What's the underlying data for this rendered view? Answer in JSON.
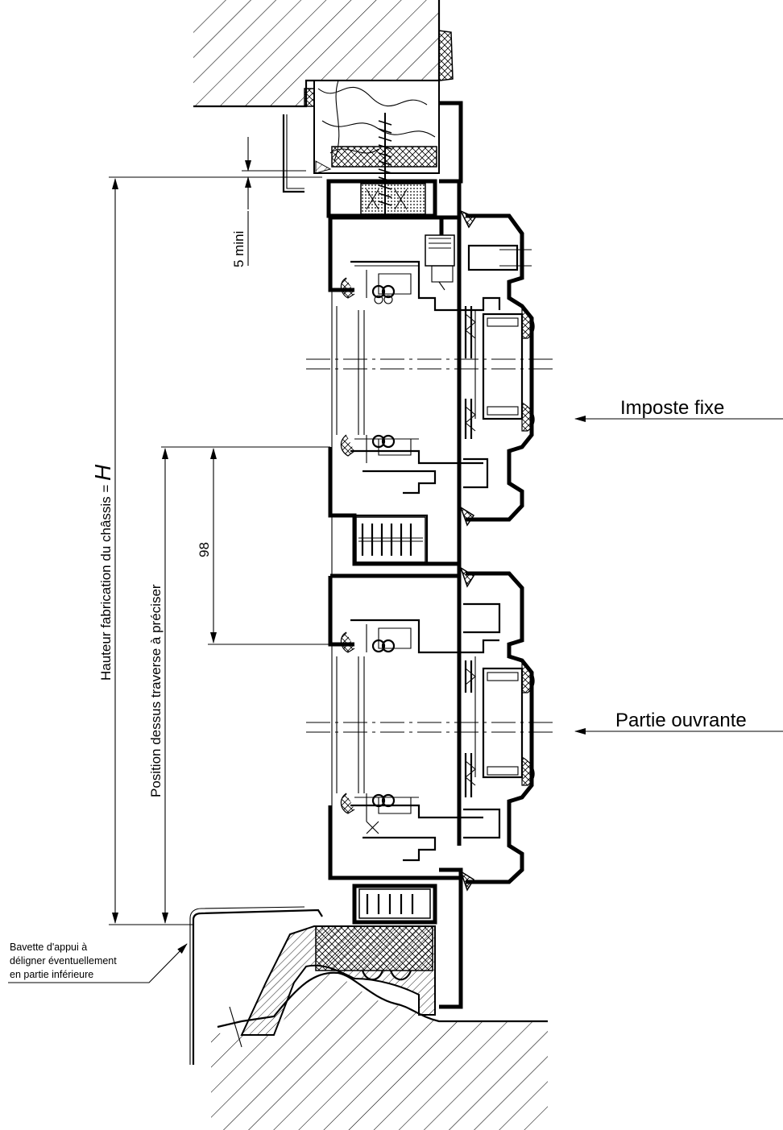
{
  "labels": {
    "imposte": "Imposte fixe",
    "ouvrante": "Partie ouvrante",
    "dim_5mini": "5 mini",
    "dim_98": "98",
    "hauteur": "Hauteur fabrication du châssis = ",
    "hauteur_symbol": "H",
    "position": "Position dessus traverse à préciser",
    "bavette_line1": "Bavette d'appui à",
    "bavette_line2": "déligner éventuellement",
    "bavette_line3": "en partie inférieure"
  }
}
